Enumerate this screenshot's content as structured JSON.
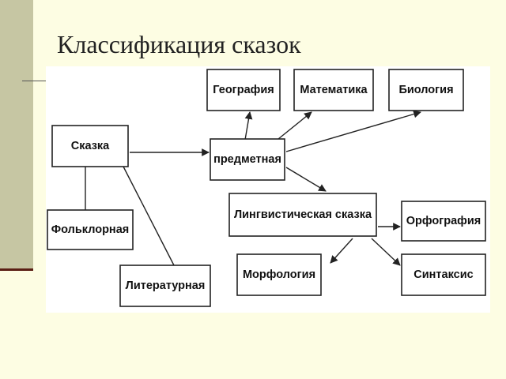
{
  "slide": {
    "title": "Классификация сказок"
  },
  "diagram": {
    "nodes": {
      "skazka": "Сказка",
      "folklornaya": "Фольклорная",
      "literaturnaya": "Литературная",
      "predmetnaya": "предметная",
      "geografiya": "География",
      "matematika": "Математика",
      "biologiya": "Биология",
      "lingvisticheskaya": "Лингвистическая сказка",
      "orfografiya": "Орфография",
      "morfologiya": "Морфология",
      "sintaksis": "Синтаксис"
    }
  },
  "colors": {
    "background": "#fdfde3",
    "side_bar": "#c6c6a3",
    "side_bar_shadow": "#5a1e14",
    "panel": "#ffffff"
  }
}
